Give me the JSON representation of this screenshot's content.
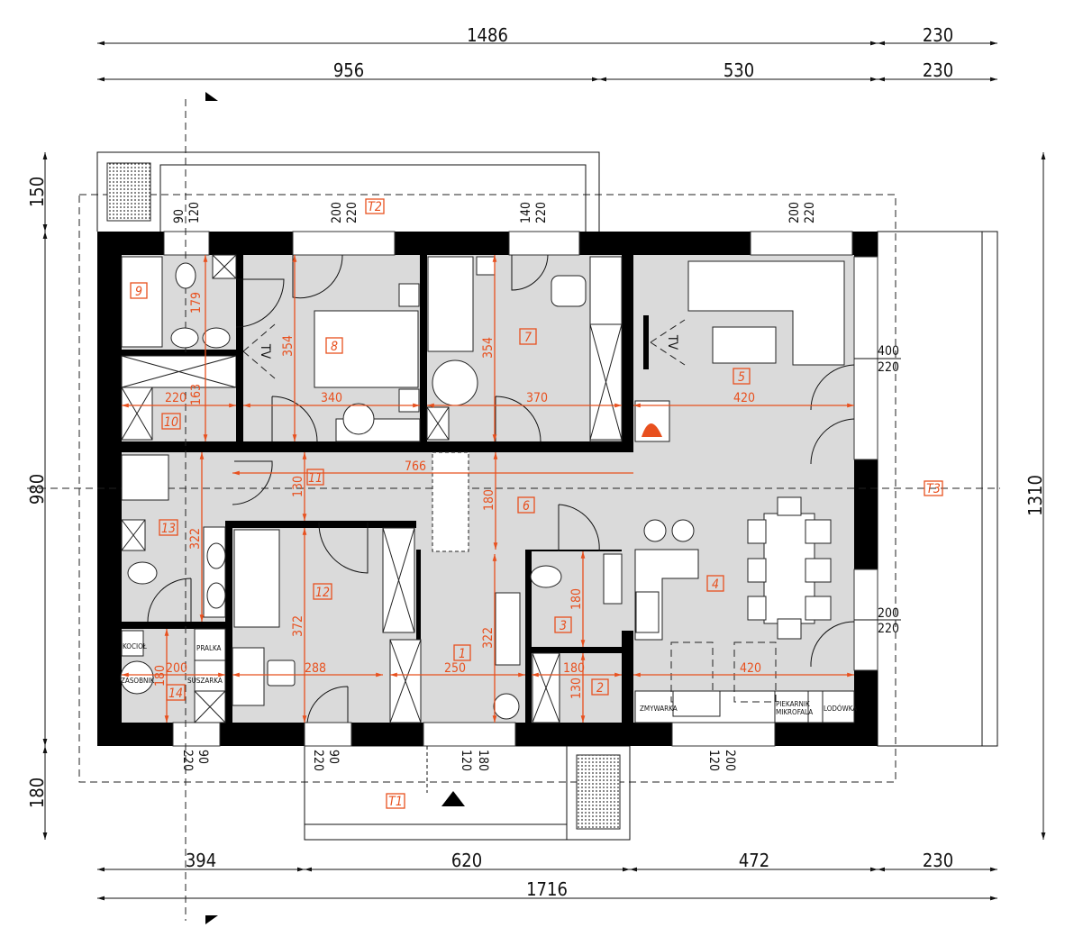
{
  "overall_dims": {
    "top_total": "1486",
    "top_terrace": "230",
    "top_left": "956",
    "top_right": "530",
    "top_terrace2": "230",
    "bottom_1": "394",
    "bottom_2": "620",
    "bottom_3": "472",
    "bottom_terrace": "230",
    "bottom_total": "1716",
    "left_top": "150",
    "left_main": "980",
    "left_bottom": "180",
    "right_total": "1310"
  },
  "rooms": {
    "r1": "1",
    "r2": "2",
    "r3": "3",
    "r4": "4",
    "r5": "5",
    "r6": "6",
    "r7": "7",
    "r8": "8",
    "r9": "9",
    "r10": "10",
    "r11": "11",
    "r12": "12",
    "r13": "13",
    "r14": "14",
    "t1": "T1",
    "t2": "T2",
    "t3": "T3"
  },
  "room_dims": {
    "r9_h": "179",
    "r10_w": "220",
    "r10_h": "163",
    "r8_h": "354",
    "r8_w": "340",
    "r7_h": "354",
    "r7_w": "370",
    "r5_w": "420",
    "r11_w": "766",
    "r11_h": "130",
    "r6_h": "180",
    "r13_h": "322",
    "r12_h": "372",
    "r12_w": "288",
    "r14_w": "200",
    "r14_h": "180",
    "r1_w": "250",
    "r1_h": "322",
    "r3_h": "180",
    "r2_w": "180",
    "r2_h": "130",
    "r4_w": "420"
  },
  "openings": [
    {
      "a": "90",
      "b": "120"
    },
    {
      "a": "200",
      "b": "220"
    },
    {
      "a": "140",
      "b": "220"
    },
    {
      "a": "200",
      "b": "220"
    },
    {
      "a": "400",
      "b": "220"
    },
    {
      "a": "200",
      "b": "220"
    },
    {
      "a": "220",
      "b": "90"
    },
    {
      "a": "220",
      "b": "90"
    },
    {
      "a": "120",
      "b": "180"
    },
    {
      "a": "120",
      "b": "200"
    }
  ],
  "labels": {
    "tv1": "TV",
    "tv2": "TV",
    "kociol": "KOCIOŁ",
    "zasobnik": "ZASOBNIK",
    "pralka": "PRALKA",
    "suszarka": "SUSZARKA",
    "zmywarka": "ZMYWARKA",
    "piekarnik": "PIEKARNIK",
    "mikrofala": "MIKROFALA",
    "lodowka": "LODÓWKA"
  },
  "colors": {
    "annotation": "#e8501e",
    "floor": "#dadada",
    "wall": "#000000"
  }
}
